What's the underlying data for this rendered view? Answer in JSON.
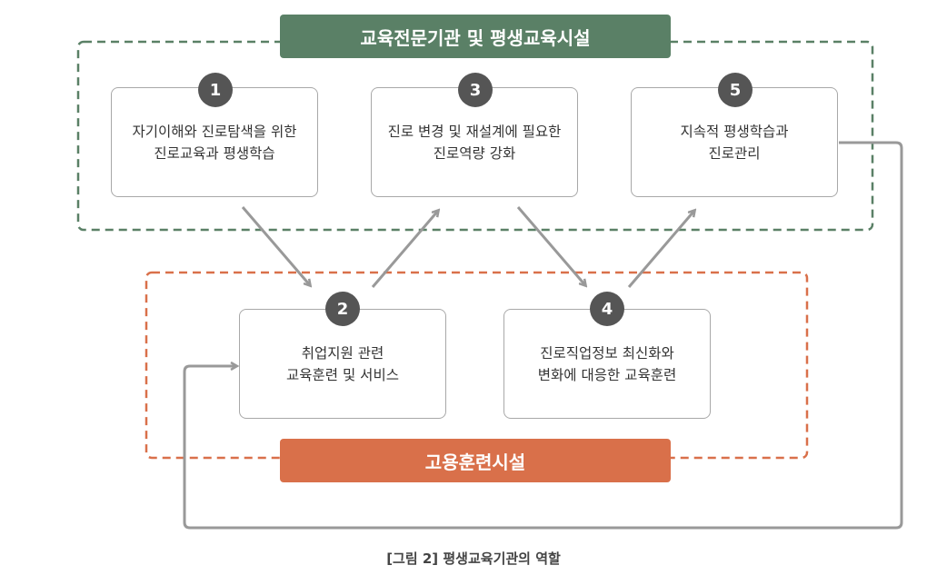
{
  "top_banner": "교육전문기관 및 평생교육시설",
  "bottom_banner": "고용훈련시설",
  "caption": "[그림 2] 평생교육기관의 역할",
  "steps": [
    {
      "num": "1",
      "line1": "자기이해와 진로탐색을 위한",
      "line2": "진로교육과 평생학습"
    },
    {
      "num": "2",
      "line1": "취업지원 관련",
      "line2": "교육훈련 및 서비스"
    },
    {
      "num": "3",
      "line1": "진로 변경 및 재설계에 필요한",
      "line2": "진로역량 강화"
    },
    {
      "num": "4",
      "line1": "진로직업정보 최신화와",
      "line2": "변화에 대응한 교육훈련"
    },
    {
      "num": "5",
      "line1": "지속적 평생학습과",
      "line2": "진로관리"
    }
  ],
  "colors": {
    "green": "#5a8066",
    "orange": "#d9704a",
    "badge": "#555555",
    "arrow": "#999999"
  }
}
